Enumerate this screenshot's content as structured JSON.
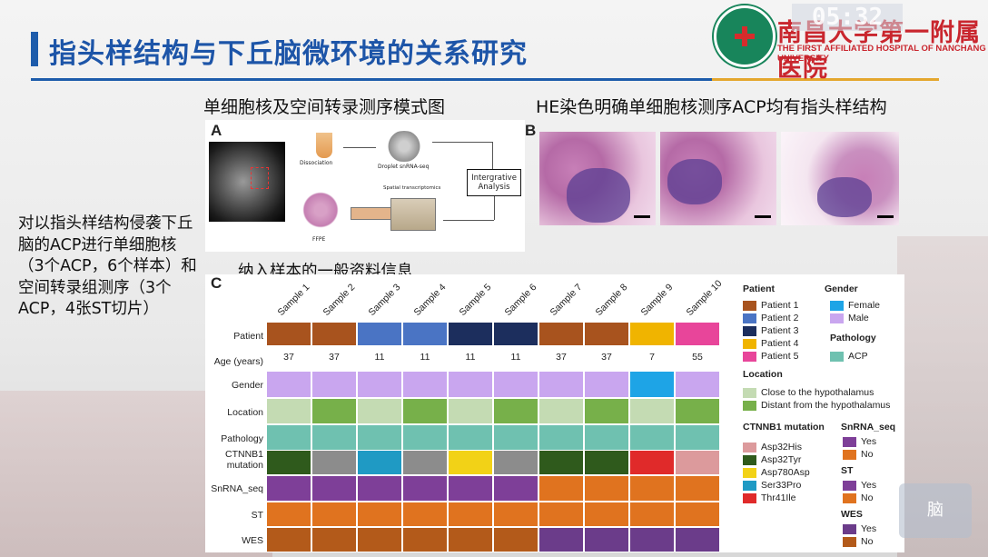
{
  "header": {
    "title": "指头样结构与下丘脑微环境的关系研究",
    "hospital_cn": "南昌大学第一附属医院",
    "hospital_en": "THE FIRST AFFILIATED HOSPITAL OF NANCHANG UNIVERSITY",
    "clock": "05:32"
  },
  "subtitles": {
    "panel_a": "单细胞核及空间转录测序模式图",
    "panel_b": "HE染色明确单细胞核测序ACP均有指头样结构",
    "panel_c": "纳入样本的一般资料信息"
  },
  "side_text": "对以指头样结构侵袭下丘脑的ACP进行单细胞核（3个ACP，6个样本）和空间转录组测序（3个ACP，4张ST切片）",
  "panel_a": {
    "letter": "A",
    "dissociation": "Dissociation",
    "droplet": "Droplet snRNA-seq",
    "spatial": "Spatial transcriptomics",
    "ffpe": "FFPE",
    "integrative": "Intergrative Analysis"
  },
  "panel_b": {
    "letter": "B"
  },
  "panel_c": {
    "letter": "C",
    "samples": [
      "Sample 1",
      "Sample 2",
      "Sample 3",
      "Sample 4",
      "Sample 5",
      "Sample 6",
      "Sample 7",
      "Sample 8",
      "Sample 9",
      "Sample 10"
    ],
    "rows": [
      "Patient",
      "Age (years)",
      "Gender",
      "Location",
      "Pathology",
      "CTNNB1 mutation",
      "SnRNA_seq",
      "ST",
      "WES"
    ],
    "ages": [
      "37",
      "37",
      "11",
      "11",
      "11",
      "11",
      "37",
      "37",
      "7",
      "55"
    ],
    "patient": [
      1,
      1,
      2,
      2,
      3,
      3,
      1,
      1,
      4,
      5
    ],
    "gender": [
      "Male",
      "Male",
      "Male",
      "Male",
      "Male",
      "Male",
      "Male",
      "Male",
      "Female",
      "Male"
    ],
    "location": [
      "Close",
      "Distant",
      "Close",
      "Distant",
      "Close",
      "Distant",
      "Close",
      "Distant",
      "Close",
      "Distant"
    ],
    "mutation": [
      "Asp32Tyr",
      "Gray",
      "Ser33Pro",
      "Gray",
      "Asp780Asp",
      "Gray",
      "Asp32Tyr",
      "Asp32Tyr",
      "Thr41Ile",
      "Asp32His"
    ],
    "snrna": [
      "Yes",
      "Yes",
      "Yes",
      "Yes",
      "Yes",
      "Yes",
      "No",
      "No",
      "No",
      "No"
    ],
    "st": [
      "No",
      "No",
      "No",
      "No",
      "No",
      "No",
      "No",
      "No",
      "No",
      "No"
    ],
    "wes": [
      "No",
      "No",
      "No",
      "No",
      "No",
      "No",
      "Yes",
      "Yes",
      "Yes",
      "Yes"
    ],
    "colors": {
      "patient": {
        "1": "#a8531e",
        "2": "#4a74c4",
        "3": "#1c2e5d",
        "4": "#f0b400",
        "5": "#e8459a"
      },
      "gender": {
        "Female": "#1ea4e6",
        "Male": "#c9a6ef"
      },
      "location": {
        "Close": "#c4dbb3",
        "Distant": "#77b04a"
      },
      "pathology": "#6fc1b0",
      "mutation": {
        "Asp32His": "#dc9a9c",
        "Asp32Tyr": "#2f5a1c",
        "Asp780Asp": "#f2d217",
        "Ser33Pro": "#1f9ac4",
        "Thr41Ile": "#e02a2a",
        "Gray": "#8c8c8c"
      },
      "yesno": {
        "Yes": "#7e3f98",
        "No": "#e0731f"
      },
      "st": {
        "Yes": "#7e3f98",
        "No": "#e0731f"
      },
      "wes": {
        "Yes": "#6b3c8a",
        "No": "#b35a1a"
      }
    },
    "legend": {
      "patient_title": "Patient",
      "patients": [
        "Patient 1",
        "Patient 2",
        "Patient 3",
        "Patient 4",
        "Patient 5"
      ],
      "gender_title": "Gender",
      "genders": [
        "Female",
        "Male"
      ],
      "pathology_title": "Pathology",
      "pathology": "ACP",
      "location_title": "Location",
      "locations": [
        "Close to the hypothalamus",
        "Distant from the hypothalamus"
      ],
      "mutation_title": "CTNNB1 mutation",
      "mutations": [
        "Asp32His",
        "Asp32Tyr",
        "Asp780Asp",
        "Ser33Pro",
        "Thr41Ile"
      ],
      "snrna_title": "SnRNA_seq",
      "st_title": "ST",
      "wes_title": "WES",
      "yes": "Yes",
      "no": "No"
    }
  },
  "badge": "脑"
}
